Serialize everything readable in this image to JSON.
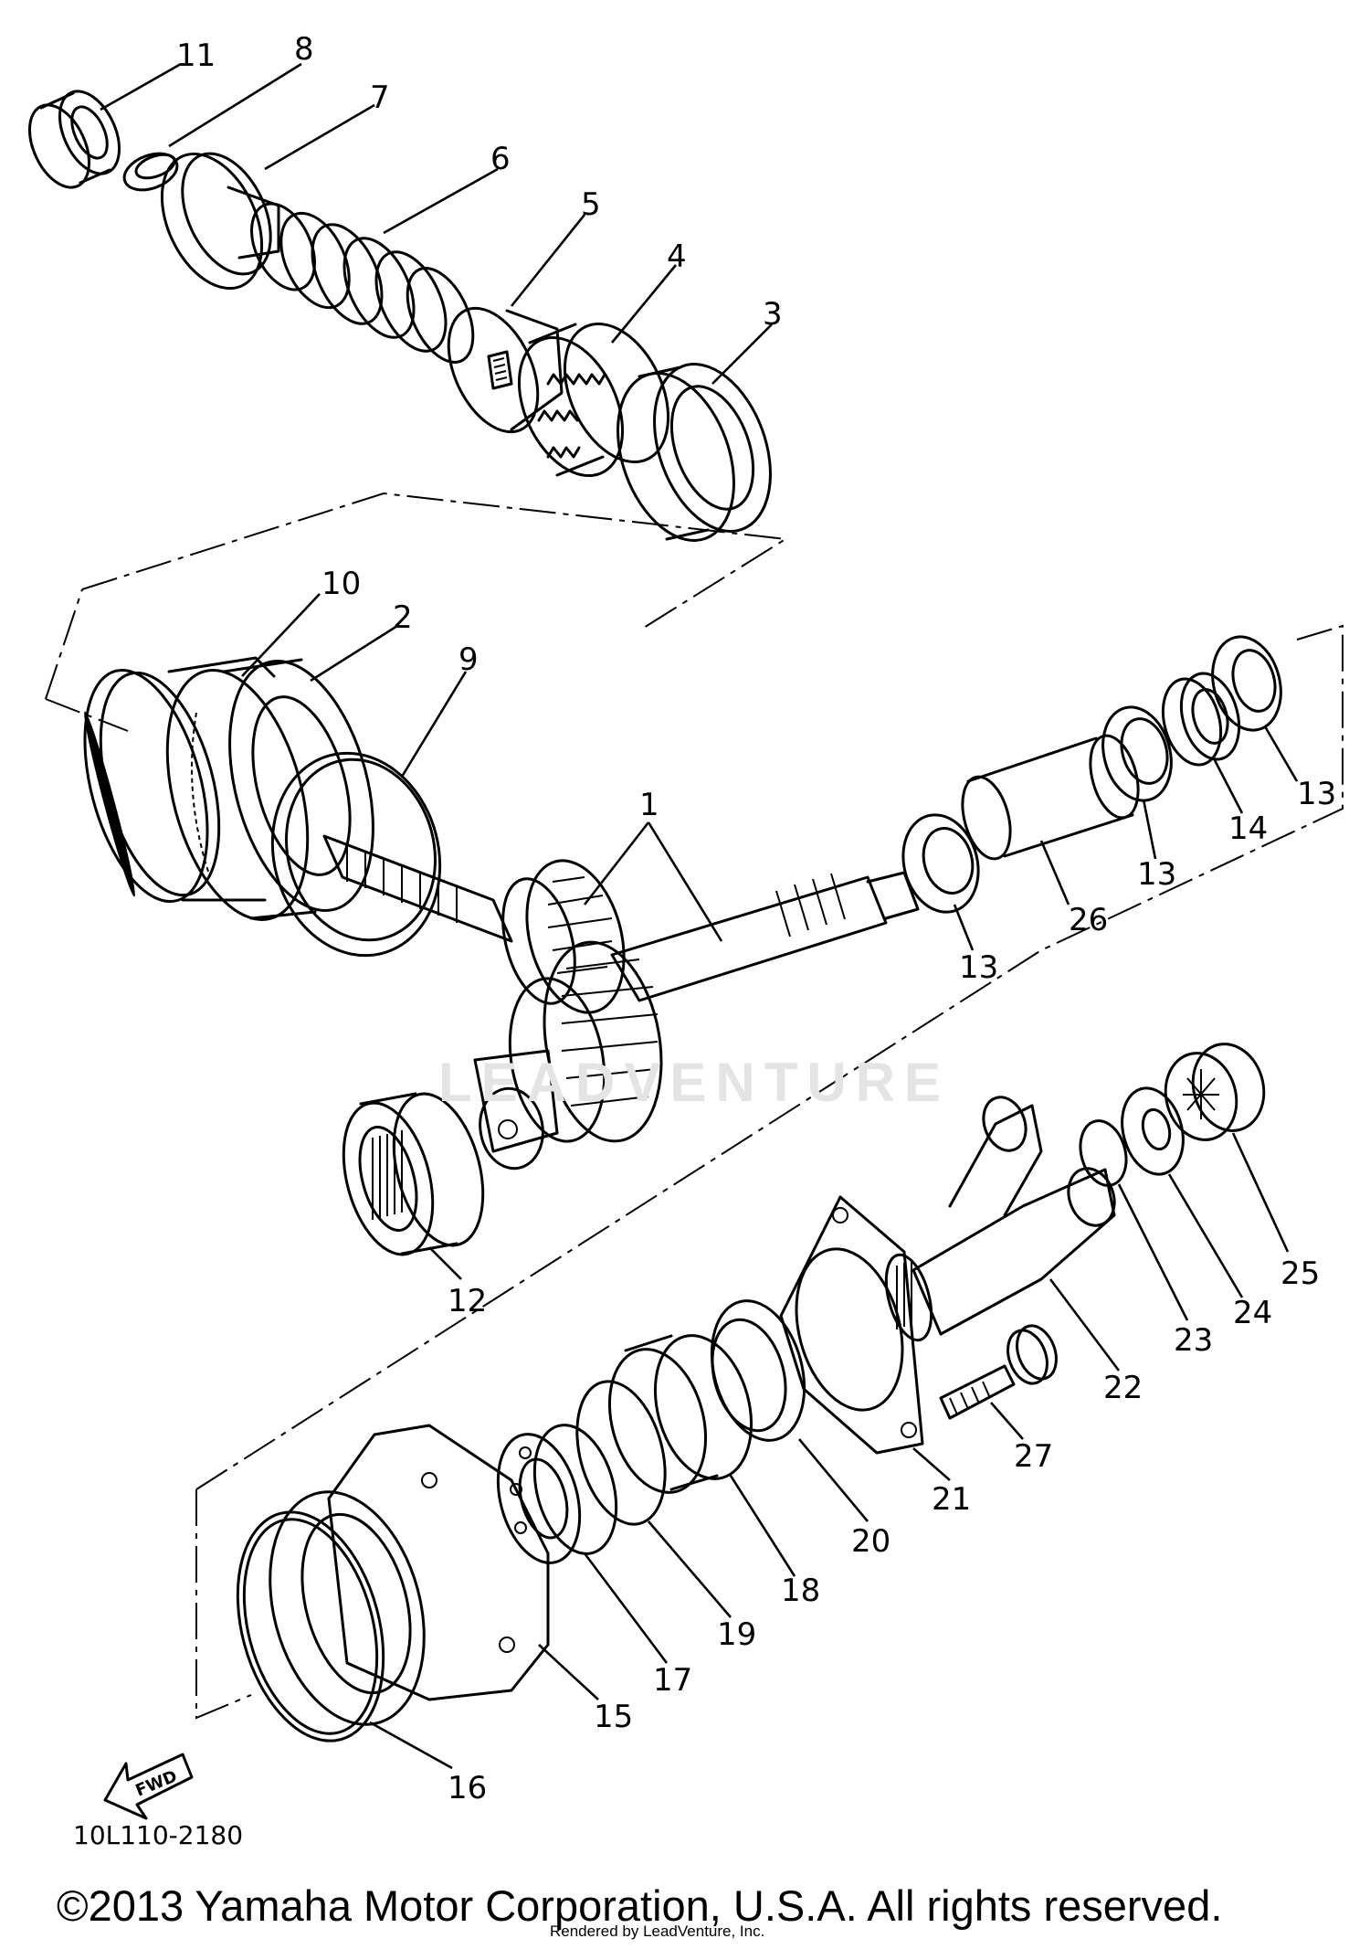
{
  "diagram": {
    "code": "10L110-2180",
    "copyright": "©2013 Yamaha Motor Corporation, U.S.A. All rights reserved.",
    "rendered_by": "Rendered by LeadVenture, Inc.",
    "watermark": "LEADVENTURE",
    "fwd_label": "FWD"
  },
  "callouts": [
    "11",
    "8",
    "7",
    "6",
    "5",
    "4",
    "3",
    "10",
    "2",
    "9",
    "1",
    "13",
    "13",
    "14",
    "13",
    "26",
    "12",
    "25",
    "24",
    "23",
    "22",
    "21",
    "20",
    "27",
    "18",
    "19",
    "17",
    "15",
    "16"
  ]
}
